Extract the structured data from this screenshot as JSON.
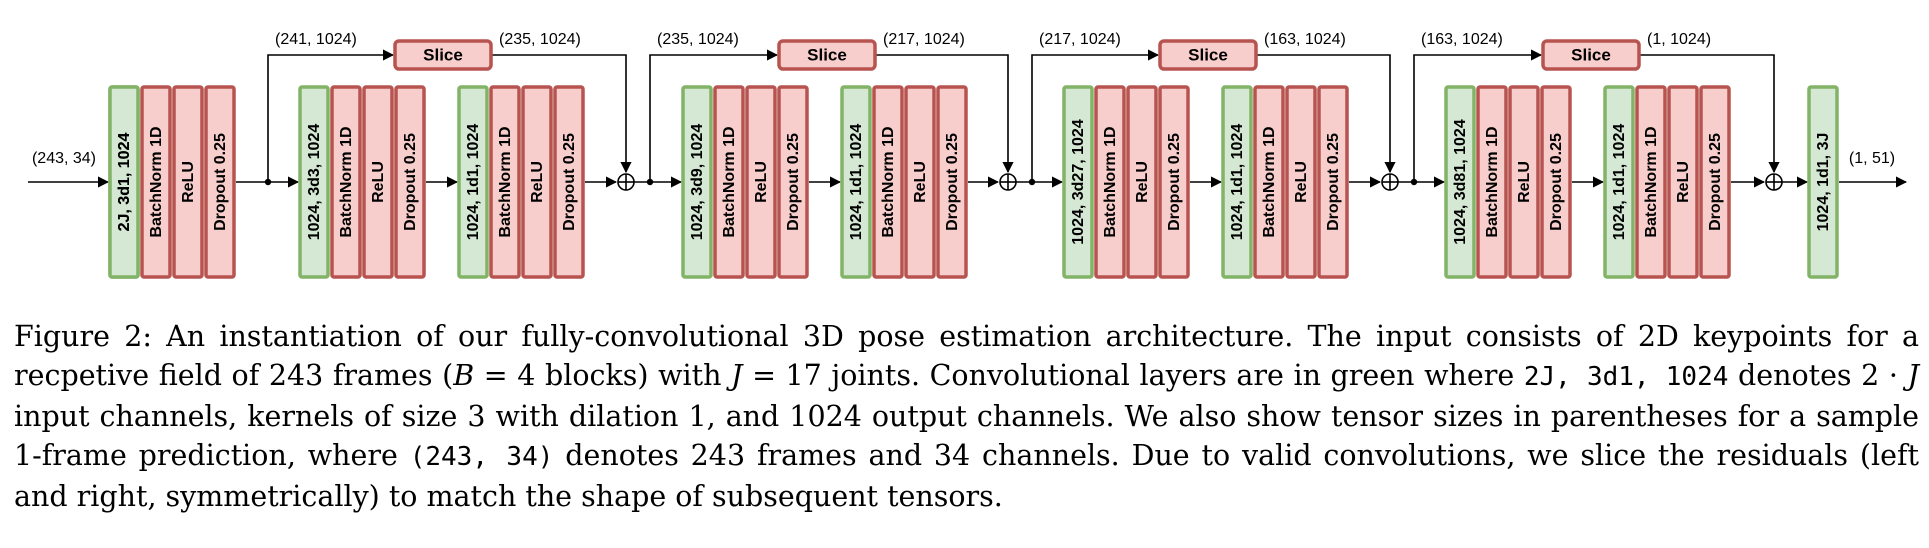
{
  "diagram": {
    "input_size": "(243, 34)",
    "output_size": "(1, 51)",
    "slice_label": "Slice",
    "input_conv": "2J, 3d1, 1024",
    "output_conv": "1024, 1d1, 3J",
    "layer_labels": {
      "batchnorm": "BatchNorm 1D",
      "relu": "ReLU",
      "dropout": "Dropout 0.25"
    },
    "blocks": [
      {
        "conv1": "1024, 3d3, 1024",
        "conv2": "1024, 1d1, 1024",
        "skip_in": "(241, 1024)",
        "skip_out": "(235, 1024)"
      },
      {
        "conv1": "1024, 3d9, 1024",
        "conv2": "1024, 1d1, 1024",
        "skip_in": "(235, 1024)",
        "skip_out": "(217, 1024)"
      },
      {
        "conv1": "1024, 3d27, 1024",
        "conv2": "1024, 1d1, 1024",
        "skip_in": "(217, 1024)",
        "skip_out": "(163, 1024)"
      },
      {
        "conv1": "1024, 3d81, 1024",
        "conv2": "1024, 1d1, 1024",
        "skip_in": "(163, 1024)",
        "skip_out": "(1, 1024)"
      }
    ],
    "colors": {
      "conv_fill": "#d5e8d4",
      "conv_stroke": "#82b366",
      "norm_fill": "#f8cecc",
      "norm_stroke": "#b85450"
    }
  },
  "caption": {
    "p1": "Figure 2: An instantiation of our fully-convolutional 3D pose estimation architecture. The input consists of 2D keypoints for a recpetive field of 243 frames (",
    "m1": "B",
    "p2": " = 4 blocks) with ",
    "m2": "J",
    "p3": " = 17 joints. Convolutional layers are in green where ",
    "c1": "2J, 3d1, 1024",
    "p4": " denotes 2 · ",
    "m3": "J",
    "p5": " input channels, kernels of size 3 with dilation 1, and 1024 output channels. We also show tensor sizes in parentheses for a sample 1-frame prediction, where ",
    "c2": "(243, 34)",
    "p6": " denotes 243 frames and 34 channels. Due to valid convolutions, we slice the residuals (left and right, symmetrically) to match the shape of subsequent tensors."
  }
}
